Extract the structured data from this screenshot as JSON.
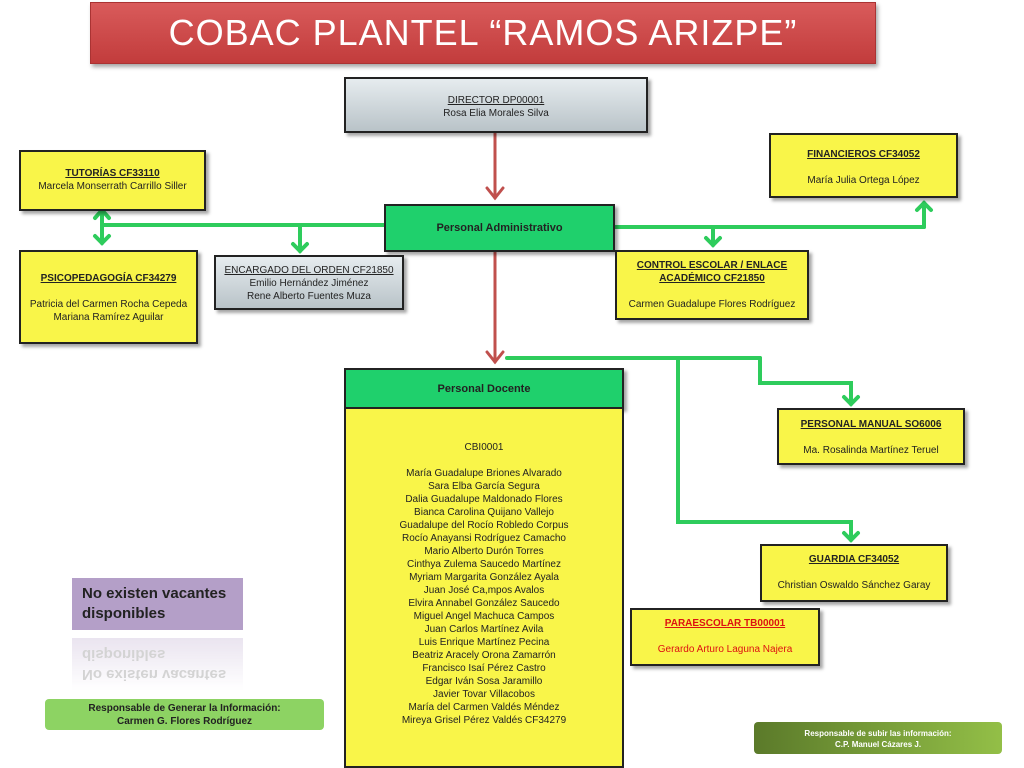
{
  "title": "COBAC   PLANTEL   “RAMOS ARIZPE”",
  "director": {
    "code": "DIRECTOR  DP00001",
    "name": "Rosa Elia Morales Silva"
  },
  "personal_administrativo": "Personal Administrativo",
  "personal_docente": "Personal Docente",
  "tutorias": {
    "code": "TUTORÍAS  CF33110",
    "name": "Marcela Monserrath Carrillo Siller"
  },
  "financieros": {
    "code": "FINANCIEROS  CF34052",
    "name": "María Julia Ortega López"
  },
  "psicopedagogia": {
    "code": "PSICOPEDAGOGÍA CF34279",
    "names": [
      "Patricia del Carmen Rocha Cepeda",
      "Mariana Ramírez Aguilar"
    ]
  },
  "encargado_orden": {
    "code": "ENCARGADO DEL ORDEN CF21850",
    "names": [
      "Emilio Hernández Jiménez",
      "Rene Alberto Fuentes Muza"
    ]
  },
  "control_escolar": {
    "code_line1": "CONTROL ESCOLAR / ENLACE",
    "code_line2": "ACADÉMICO   CF21850",
    "name": "Carmen Guadalupe Flores Rodríguez"
  },
  "docentes": {
    "code": "CBI0001",
    "names": [
      "María Guadalupe Briones Alvarado",
      "Sara Elba García Segura",
      "Dalia Guadalupe Maldonado Flores",
      "Bianca Carolina Quijano Vallejo",
      "Guadalupe del Rocío Robledo Corpus",
      "Rocío Anayansi Rodríguez Camacho",
      "Mario Alberto Durón Torres",
      "Cinthya Zulema Saucedo Martínez",
      "Myriam Margarita González Ayala",
      "Juan José Ca,mpos  Avalos",
      "Elvira Annabel González Saucedo",
      "Miguel Angel Machuca Campos",
      "Juan Carlos Martínez Avila",
      "Luis Enrique Martínez Pecina",
      "Beatriz Aracely Orona Zamarrón",
      "Francisco Isaí  Pérez Castro",
      "Edgar Iván Sosa Jaramillo",
      "Javier Tovar Villacobos",
      "María del Carmen Valdés Méndez",
      "Mireya Grisel Pérez Valdés  CF34279"
    ]
  },
  "personal_manual": {
    "code": "PERSONAL MANUAL   SO6006",
    "name": "Ma. Rosalinda Martínez Teruel"
  },
  "guardia": {
    "code": "GUARDIA   CF34052",
    "name": "Christian Oswaldo Sánchez Garay"
  },
  "paraescolar": {
    "code": "PARAESCOLAR TB00001",
    "name": "Gerardo Arturo Laguna Najera"
  },
  "vacantes": {
    "line1": "No existen vacantes",
    "line2": "disponibles"
  },
  "responsable_generar": {
    "line1": "Responsable de Generar la Información:",
    "line2": "Carmen G. Flores Rodríguez"
  },
  "responsable_subir": {
    "line1": "Responsable de subir las información:",
    "line2": "C.P. Manuel Cázares J."
  },
  "colors": {
    "banner": "#c94040",
    "yellow": "#f9f549",
    "green_box": "#1fd06c",
    "green_line": "#2ecc5c",
    "red_line": "#c0504d",
    "vacantes": "#b49fc8"
  }
}
